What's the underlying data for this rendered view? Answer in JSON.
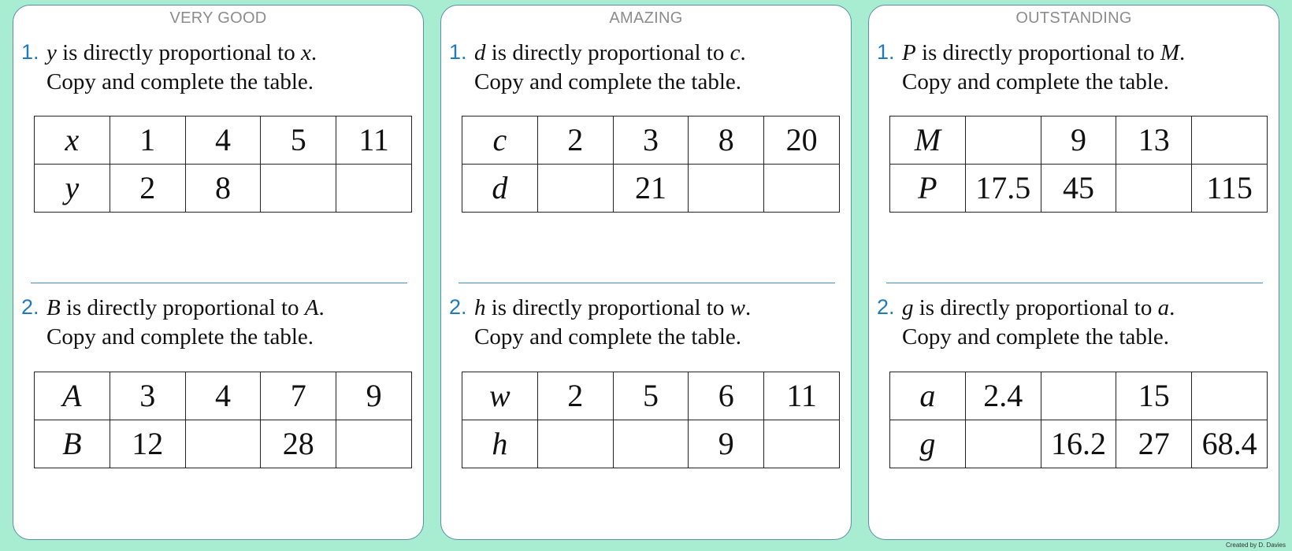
{
  "cards": [
    {
      "title": "VERY GOOD",
      "questions": [
        {
          "number": "1.",
          "dep_var": "y",
          "prop_text": " is directly proportional to ",
          "ind_var": "x",
          "period": ".",
          "instruction": "Copy and complete the table.",
          "table": [
            [
              "x",
              "1",
              "4",
              "5",
              "11"
            ],
            [
              "y",
              "2",
              "8",
              "",
              ""
            ]
          ]
        },
        {
          "number": "2.",
          "dep_var": "B",
          "prop_text": " is directly proportional to ",
          "ind_var": "A",
          "period": ".",
          "instruction": "Copy and complete the table.",
          "table": [
            [
              "A",
              "3",
              "4",
              "7",
              "9"
            ],
            [
              "B",
              "12",
              "",
              "28",
              ""
            ]
          ]
        }
      ]
    },
    {
      "title": "AMAZING",
      "questions": [
        {
          "number": "1.",
          "dep_var": "d",
          "prop_text": " is directly proportional to ",
          "ind_var": "c",
          "period": ".",
          "instruction": "Copy and complete the table.",
          "table": [
            [
              "c",
              "2",
              "3",
              "8",
              "20"
            ],
            [
              "d",
              "",
              "21",
              "",
              ""
            ]
          ]
        },
        {
          "number": "2.",
          "dep_var": "h",
          "prop_text": " is directly proportional to ",
          "ind_var": "w",
          "period": ".",
          "instruction": "Copy and complete the table.",
          "table": [
            [
              "w",
              "2",
              "5",
              "6",
              "11"
            ],
            [
              "h",
              "",
              "",
              "9",
              ""
            ]
          ]
        }
      ]
    },
    {
      "title": "OUTSTANDING",
      "questions": [
        {
          "number": "1.",
          "dep_var": "P",
          "prop_text": " is directly proportional to ",
          "ind_var": "M",
          "period": ".",
          "instruction": "Copy and complete the table.",
          "table": [
            [
              "M",
              "",
              "9",
              "13",
              ""
            ],
            [
              "P",
              "17.5",
              "45",
              "",
              "115"
            ]
          ]
        },
        {
          "number": "2.",
          "dep_var": "g",
          "prop_text": " is directly proportional to ",
          "ind_var": "a",
          "period": ".",
          "instruction": "Copy and complete the table.",
          "table": [
            [
              "a",
              "2.4",
              "",
              "15",
              ""
            ],
            [
              "g",
              "",
              "16.2",
              "27",
              "68.4"
            ]
          ]
        }
      ]
    }
  ],
  "credit": "Created by D. Davies"
}
